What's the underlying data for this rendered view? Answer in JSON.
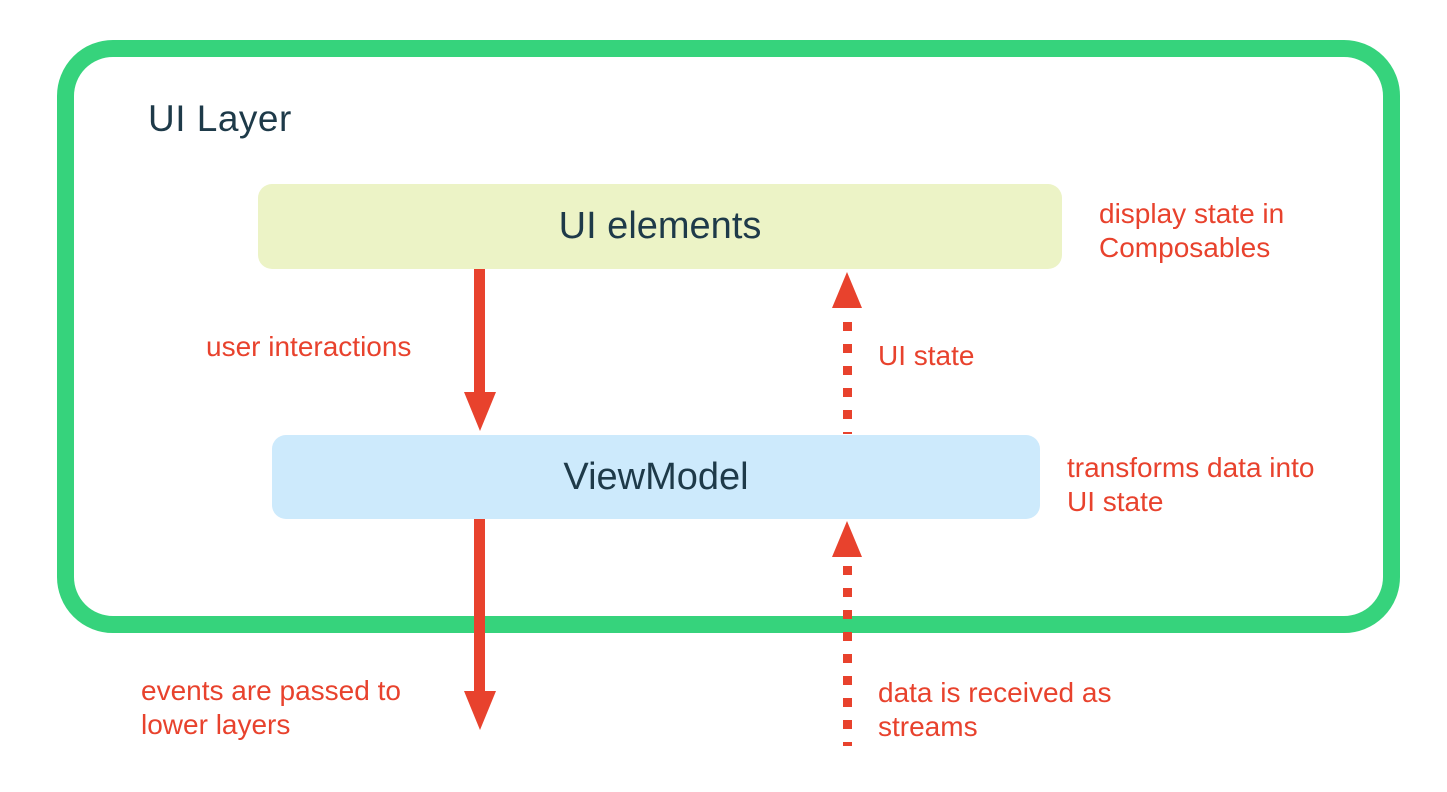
{
  "colors": {
    "container_border_green": "#36d37c",
    "arrow_red": "#e8422d",
    "annotation_red": "#e8422d",
    "ui_elements_box_fill": "#ecf3c6",
    "viewmodel_box_fill": "#cdeafc",
    "dark_text": "#1e3a49",
    "background": "#ffffff"
  },
  "diagram": {
    "title": "UI Layer",
    "nodes": [
      {
        "id": "ui-elements",
        "label": "UI elements",
        "annotation": "display state in Composables"
      },
      {
        "id": "viewmodel",
        "label": "ViewModel",
        "annotation": "transforms data into UI state"
      }
    ],
    "arrows": [
      {
        "id": "user-interactions",
        "style": "solid",
        "direction": "down",
        "label": "user interactions"
      },
      {
        "id": "ui-state",
        "style": "dotted",
        "direction": "up",
        "label": "UI state"
      },
      {
        "id": "events-to-lower-layers",
        "style": "solid",
        "direction": "down",
        "label": "events are passed to lower layers"
      },
      {
        "id": "data-as-streams",
        "style": "dotted",
        "direction": "up",
        "label": "data is received as streams"
      }
    ]
  }
}
